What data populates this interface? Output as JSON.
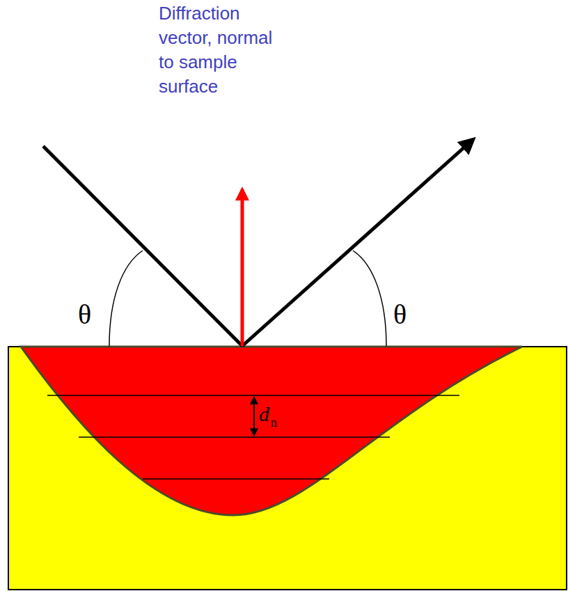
{
  "diagram": {
    "labels": [
      "Diffraction vector, normal to sample surface",
      "θ",
      "θ",
      "d",
      "n"
    ]
  }
}
